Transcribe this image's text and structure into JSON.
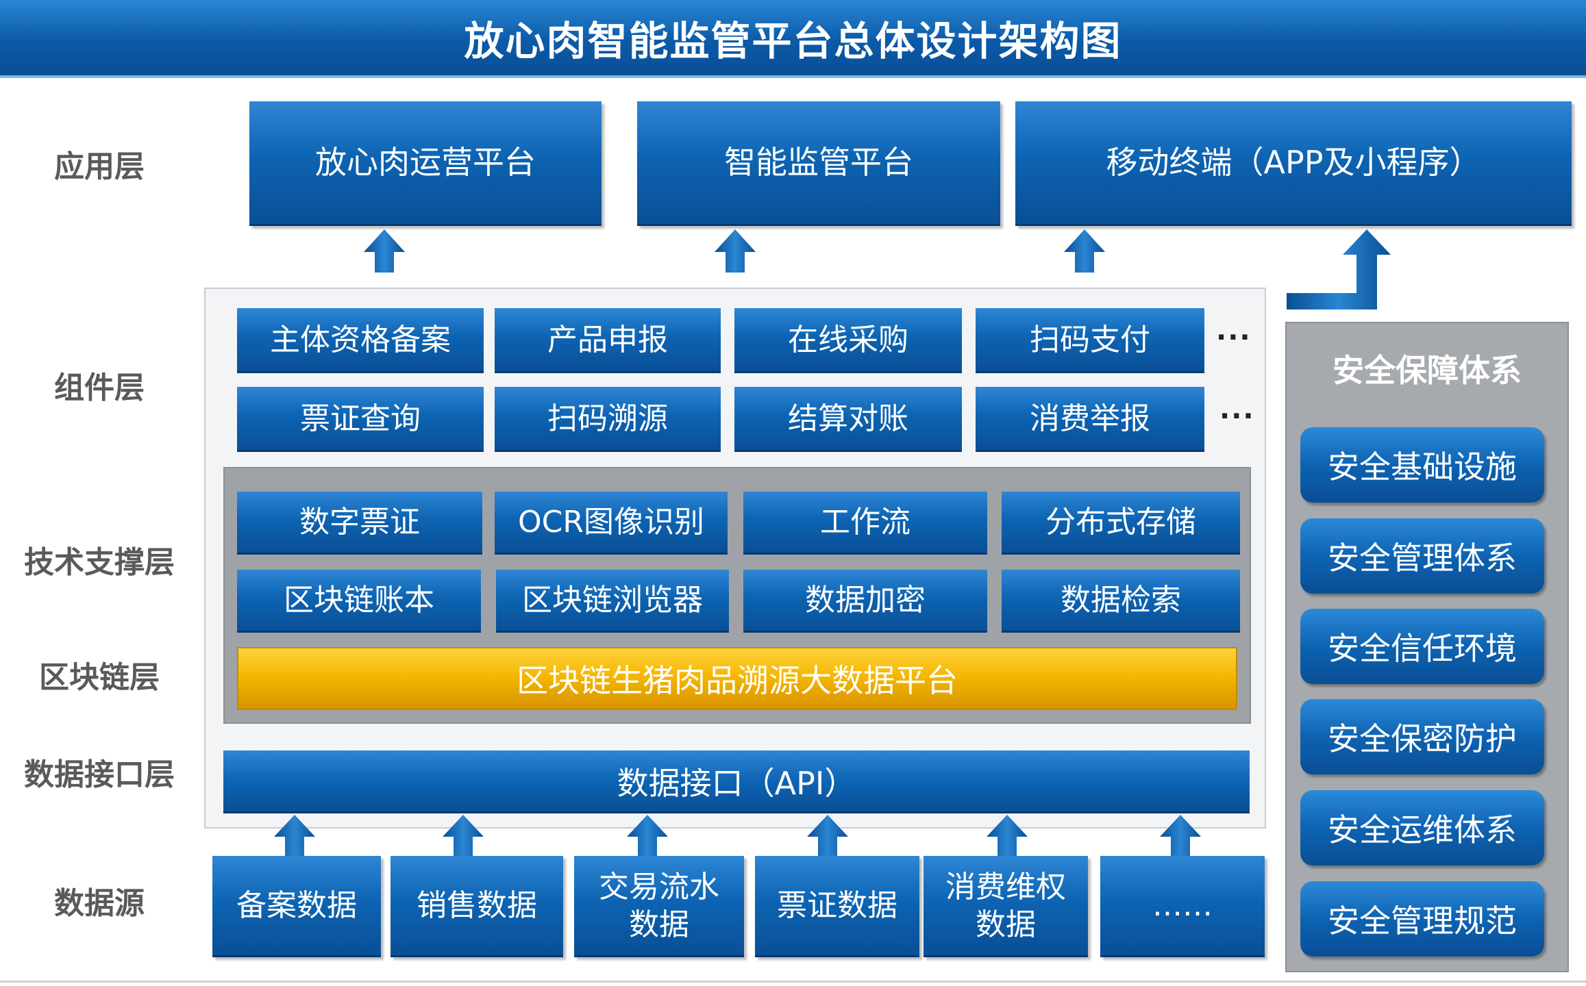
{
  "title": "放心肉智能监管平台总体设计架构图",
  "layers": {
    "application": "应用层",
    "component": "组件层",
    "technology": "技术支撑层",
    "blockchain": "区块链层",
    "data_interface": "数据接口层",
    "data_source": "数据源"
  },
  "app_layer": [
    "放心肉运营平台",
    "智能监管平台",
    "移动终端（APP及小程序）"
  ],
  "components": {
    "row1": [
      "主体资格备案",
      "产品申报",
      "在线采购",
      "扫码支付"
    ],
    "row2": [
      "票证查询",
      "扫码溯源",
      "结算对账",
      "消费举报"
    ],
    "ellipsis": "···"
  },
  "technology": {
    "row1": [
      "数字票证",
      "OCR图像识别",
      "工作流",
      "分布式存储"
    ],
    "row2": [
      "区块链账本",
      "区块链浏览器",
      "数据加密",
      "数据检索"
    ]
  },
  "blockchain_platform": "区块链生猪肉品溯源大数据平台",
  "api": "数据接口（API）",
  "data_sources": [
    "备案数据",
    "销售数据",
    "交易流水\n数据",
    "票证数据",
    "消费维权\n数据",
    "……"
  ],
  "security": {
    "title": "安全保障体系",
    "items": [
      "安全基础设施",
      "安全管理体系",
      "安全信任环境",
      "安全保密防护",
      "安全运维体系",
      "安全管理规范"
    ]
  },
  "colors": {
    "primary_blue": "#0d64b3",
    "title_blue": "#0b5aa8",
    "gold": "#f4b400",
    "panel_gray": "#9fa3a7"
  }
}
